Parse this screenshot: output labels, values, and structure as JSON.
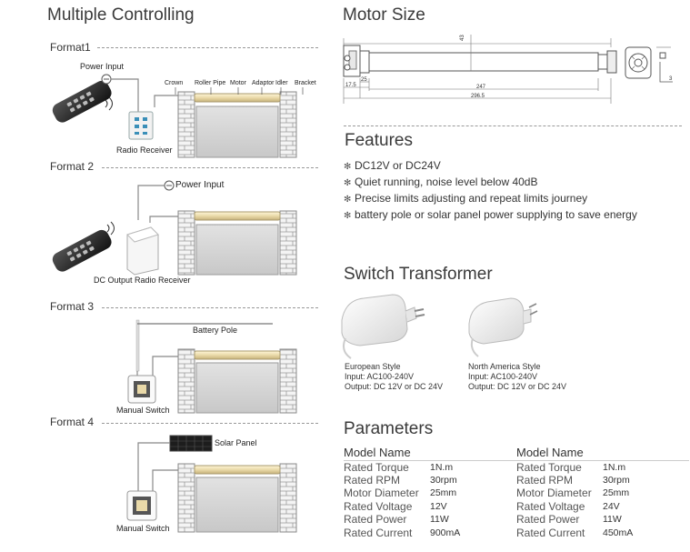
{
  "left": {
    "title": "Multiple Controlling",
    "formats": [
      {
        "label": "Format1",
        "power_label": "Power Input",
        "receiver_label": "Radio Receiver",
        "component_labels": [
          "Crown",
          "Roller Pipe",
          "Motor",
          "Adaptor",
          "Idler",
          "Bracket"
        ]
      },
      {
        "label": "Format 2",
        "power_label": "Power Input",
        "receiver_label": "DC Output Radio Receiver"
      },
      {
        "label": "Format 3",
        "source_label": "Battery Pole",
        "switch_label": "Manual Switch"
      },
      {
        "label": "Format 4",
        "source_label": "Solar Panel",
        "switch_label": "Manual Switch"
      }
    ]
  },
  "motor_size": {
    "title": "Motor Size",
    "dimensions": [
      "247",
      "296.5",
      "17.5",
      "43",
      "25",
      "3"
    ]
  },
  "features": {
    "title": "Features",
    "items": [
      "DC12V or DC24V",
      "Quiet running, noise level below 40dB",
      "Precise limits adjusting and repeat limits journey",
      "battery pole or solar panel power supplying to save energy"
    ]
  },
  "switch_transformer": {
    "title": "Switch Transformer",
    "items": [
      {
        "style": "European Style",
        "input": "Input: AC100-240V",
        "output": "Output: DC 12V or DC 24V"
      },
      {
        "style": "North America Style",
        "input": "Input: AC100-240V",
        "output": "Output: DC 12V or DC 24V"
      }
    ]
  },
  "parameters": {
    "title": "Parameters",
    "header": "Model Name",
    "row_labels": [
      "Rated Torque",
      "Rated RPM",
      "Motor Diameter",
      "Rated Voltage",
      "Rated Power",
      "Rated Current"
    ],
    "models": [
      {
        "values": [
          "1N.m",
          "30rpm",
          "25mm",
          "12V",
          "11W",
          "900mA"
        ]
      },
      {
        "values": [
          "1N.m",
          "30rpm",
          "25mm",
          "24V",
          "11W",
          "450mA"
        ]
      }
    ]
  },
  "icon_names": [
    "remote-control-icon",
    "radio-receiver-icon",
    "power-plug-icon",
    "brick-pillar-icon",
    "roller-shutter-icon",
    "manual-switch-icon",
    "solar-panel-icon",
    "battery-pole-icon",
    "eu-power-adapter-icon",
    "us-power-adapter-icon"
  ]
}
